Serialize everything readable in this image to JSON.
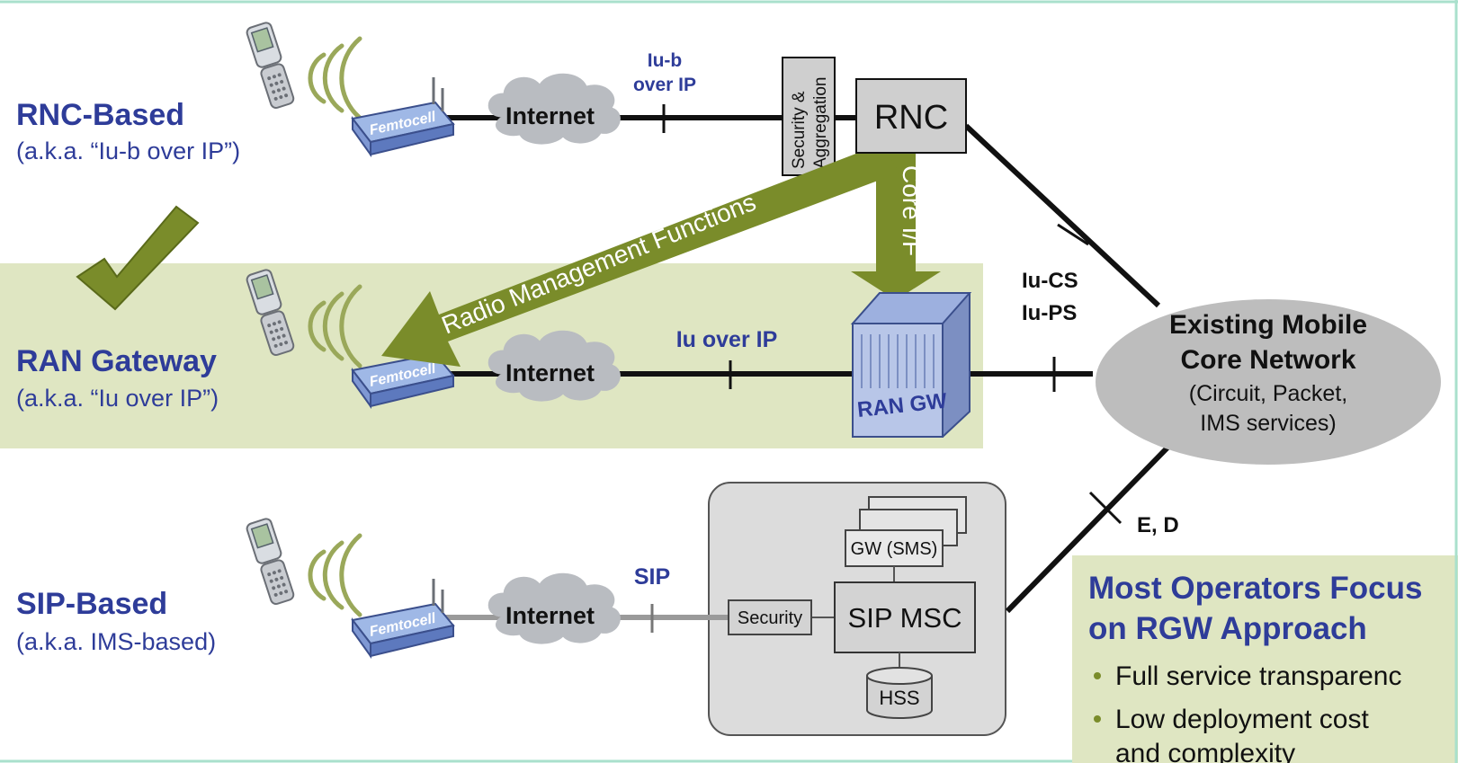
{
  "rows": {
    "rnc": {
      "title": "RNC-Based",
      "subtitle": "(a.k.a. “Iu-b over IP”)"
    },
    "ran": {
      "title": "RAN Gateway",
      "subtitle": "(a.k.a. “Iu over IP”)"
    },
    "sip": {
      "title": "SIP-Based",
      "subtitle": "(a.k.a. IMS-based)"
    }
  },
  "femtocell_label": "Femtocell",
  "internet_label": "Internet",
  "interfaces": {
    "iub_line1": "Iu-b",
    "iub_line2": "over IP",
    "iu_over_ip": "Iu over IP",
    "sip": "SIP",
    "iucs": "Iu-CS",
    "iups": "Iu-PS",
    "ed": "E, D"
  },
  "nodes": {
    "security_aggregation_line1": "Security &",
    "security_aggregation_line2": "Aggregation",
    "rnc": "RNC",
    "ran_gw": "RAN GW",
    "security": "Security",
    "sip_msc": "SIP MSC",
    "gw_sms": "GW (SMS)",
    "hss": "HSS"
  },
  "arrows": {
    "radio_management": "Radio Management Functions",
    "core_if": "Core I/F"
  },
  "core_network": {
    "line1": "Existing Mobile",
    "line2": "Core Network",
    "line3": "(Circuit, Packet,",
    "line4": "IMS services)"
  },
  "callout": {
    "title_line1": "Most Operators Focus",
    "title_line2": "on RGW Approach",
    "bullet1": "Full service transparenc",
    "bullet2_line1": "Low deployment cost",
    "bullet2_line2": "and complexity"
  },
  "colors": {
    "heading_blue": "#2e3c99",
    "olive": "#7a8c2a",
    "band_green": "#dfe6c2",
    "cloud_gray": "#b9bcc1",
    "box_gray": "#cfcfcf",
    "frame_teal": "#a9e0cc"
  }
}
